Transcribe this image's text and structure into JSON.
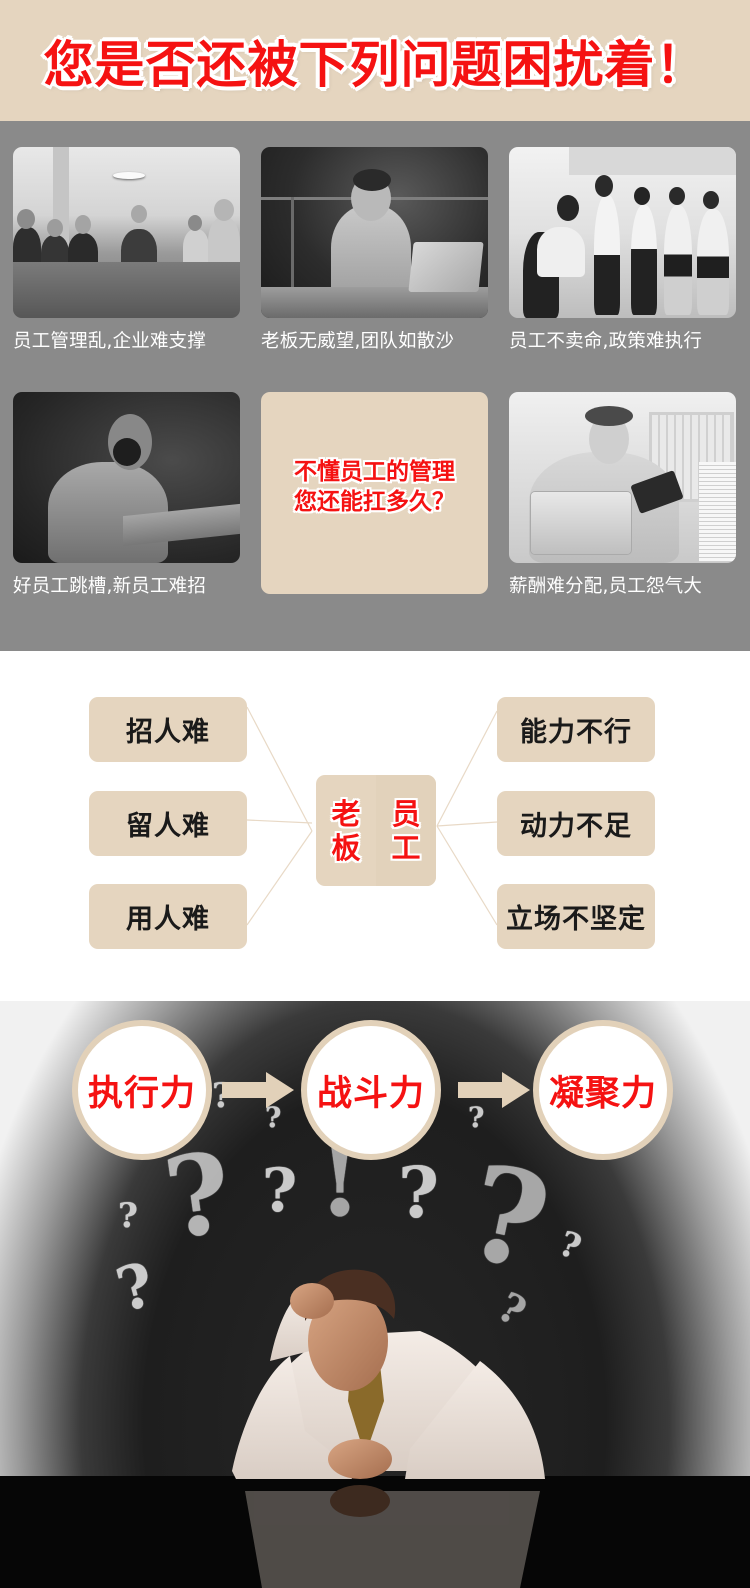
{
  "header": {
    "title": "您是否还被下列问题困扰着！"
  },
  "problems": {
    "cards": [
      {
        "caption": "员工管理乱,企业难支撑",
        "image": "meeting-room-photo"
      },
      {
        "caption": "老板无威望,团队如散沙",
        "image": "stressed-woman-laptop-photo"
      },
      {
        "caption": "员工不卖命,政策难执行",
        "image": "boss-and-employees-photo"
      },
      {
        "caption": "好员工跳槽,新员工难招",
        "image": "tired-bearded-man-photo"
      },
      {
        "caption": "薪酬难分配,员工怨气大",
        "image": "shocked-man-wallet-photo"
      }
    ],
    "tagline": {
      "line1": "不懂员工的管理",
      "line2": "您还能扛多久？"
    }
  },
  "mindmap": {
    "left": [
      "招人难",
      "留人难",
      "用人难"
    ],
    "center": {
      "left": [
        "老",
        "板"
      ],
      "right": [
        "员",
        "工"
      ]
    },
    "right": [
      "能力不行",
      "动力不足",
      "立场不坚定"
    ]
  },
  "chalkboard": {
    "steps": [
      "执行力",
      "战斗力",
      "凝聚力"
    ],
    "arrow_icon": "right-arrow-icon"
  },
  "colors": {
    "accent_red": "#f51212",
    "beige": "#e5d5bf",
    "gray_bg": "#8a8a8a"
  }
}
